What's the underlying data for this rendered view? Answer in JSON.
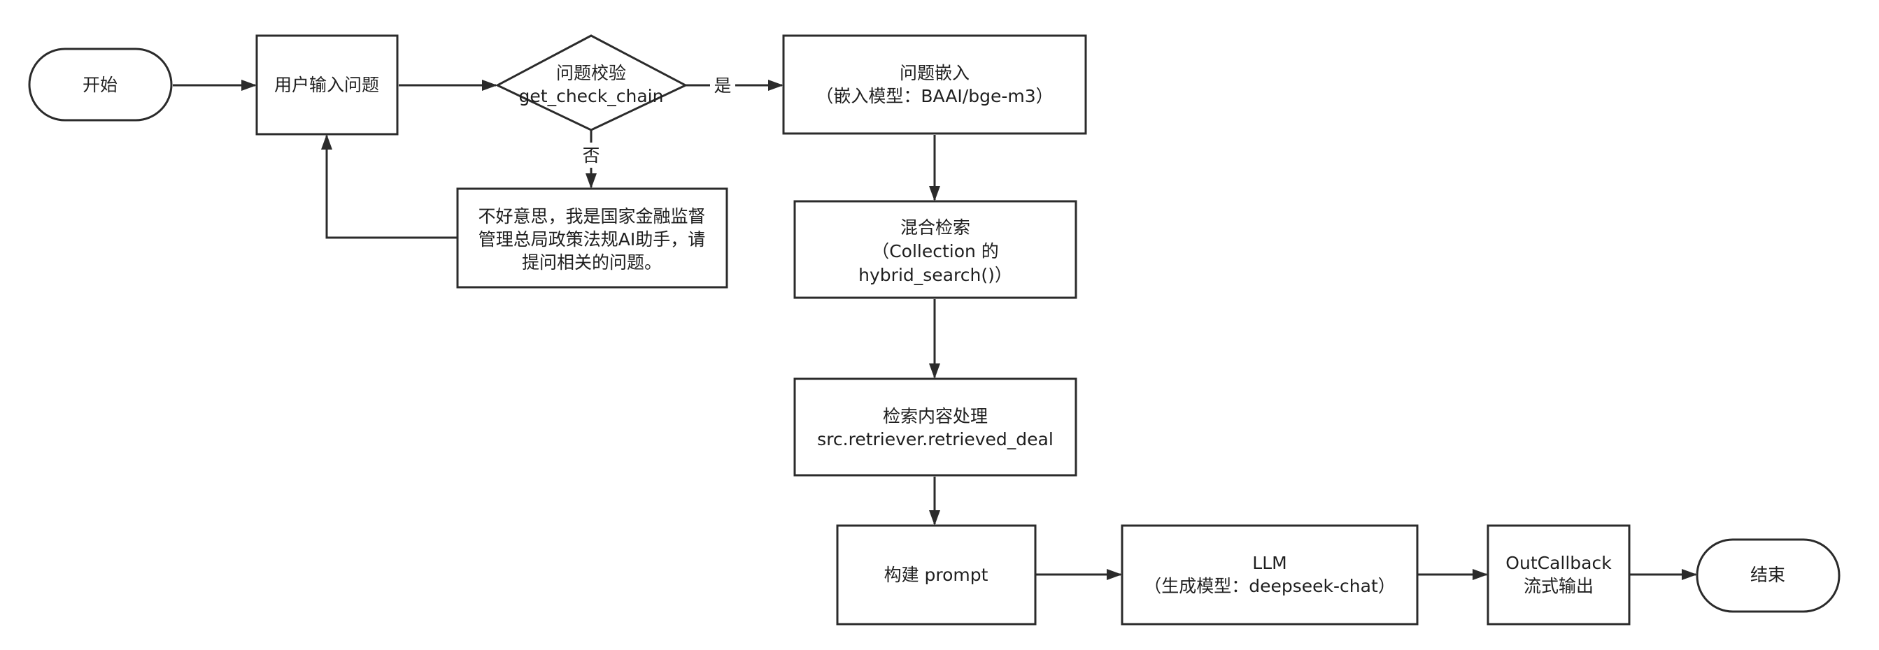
{
  "colors": {
    "stroke": "#2b2b2b",
    "fill": "#ffffff",
    "text": "#1f1f1f"
  },
  "nodes": {
    "start": {
      "shape": "terminal",
      "lines": [
        "开始"
      ]
    },
    "user_input": {
      "shape": "process",
      "lines": [
        "用户输入问题"
      ]
    },
    "check": {
      "shape": "decision",
      "lines": [
        "问题校验",
        "get_check_chain"
      ]
    },
    "reject": {
      "shape": "process",
      "lines": [
        "不好意思，我是国家金融监督",
        "管理总局政策法规AI助手，请",
        "提问相关的问题。"
      ]
    },
    "embed": {
      "shape": "process",
      "lines": [
        "问题嵌入",
        "（嵌入模型：BAAI/bge-m3）"
      ]
    },
    "hybrid": {
      "shape": "process",
      "lines": [
        "混合检索",
        "（Collection 的",
        "hybrid_search()）"
      ]
    },
    "retrieved": {
      "shape": "process",
      "lines": [
        "检索内容处理",
        "src.retriever.retrieved_deal"
      ]
    },
    "prompt": {
      "shape": "process",
      "lines": [
        "构建 prompt"
      ]
    },
    "llm": {
      "shape": "process",
      "lines": [
        "LLM",
        "（生成模型：deepseek-chat）"
      ]
    },
    "callback": {
      "shape": "process",
      "lines": [
        "OutCallback",
        "流式输出"
      ]
    },
    "end": {
      "shape": "terminal",
      "lines": [
        "结束"
      ]
    }
  },
  "edges": [
    {
      "from": "start",
      "to": "user_input",
      "label": ""
    },
    {
      "from": "user_input",
      "to": "check",
      "label": ""
    },
    {
      "from": "check",
      "to": "embed",
      "label": "是"
    },
    {
      "from": "check",
      "to": "reject",
      "label": "否"
    },
    {
      "from": "reject",
      "to": "user_input",
      "label": ""
    },
    {
      "from": "embed",
      "to": "hybrid",
      "label": ""
    },
    {
      "from": "hybrid",
      "to": "retrieved",
      "label": ""
    },
    {
      "from": "retrieved",
      "to": "prompt",
      "label": ""
    },
    {
      "from": "prompt",
      "to": "llm",
      "label": ""
    },
    {
      "from": "llm",
      "to": "callback",
      "label": ""
    },
    {
      "from": "callback",
      "to": "end",
      "label": ""
    }
  ]
}
